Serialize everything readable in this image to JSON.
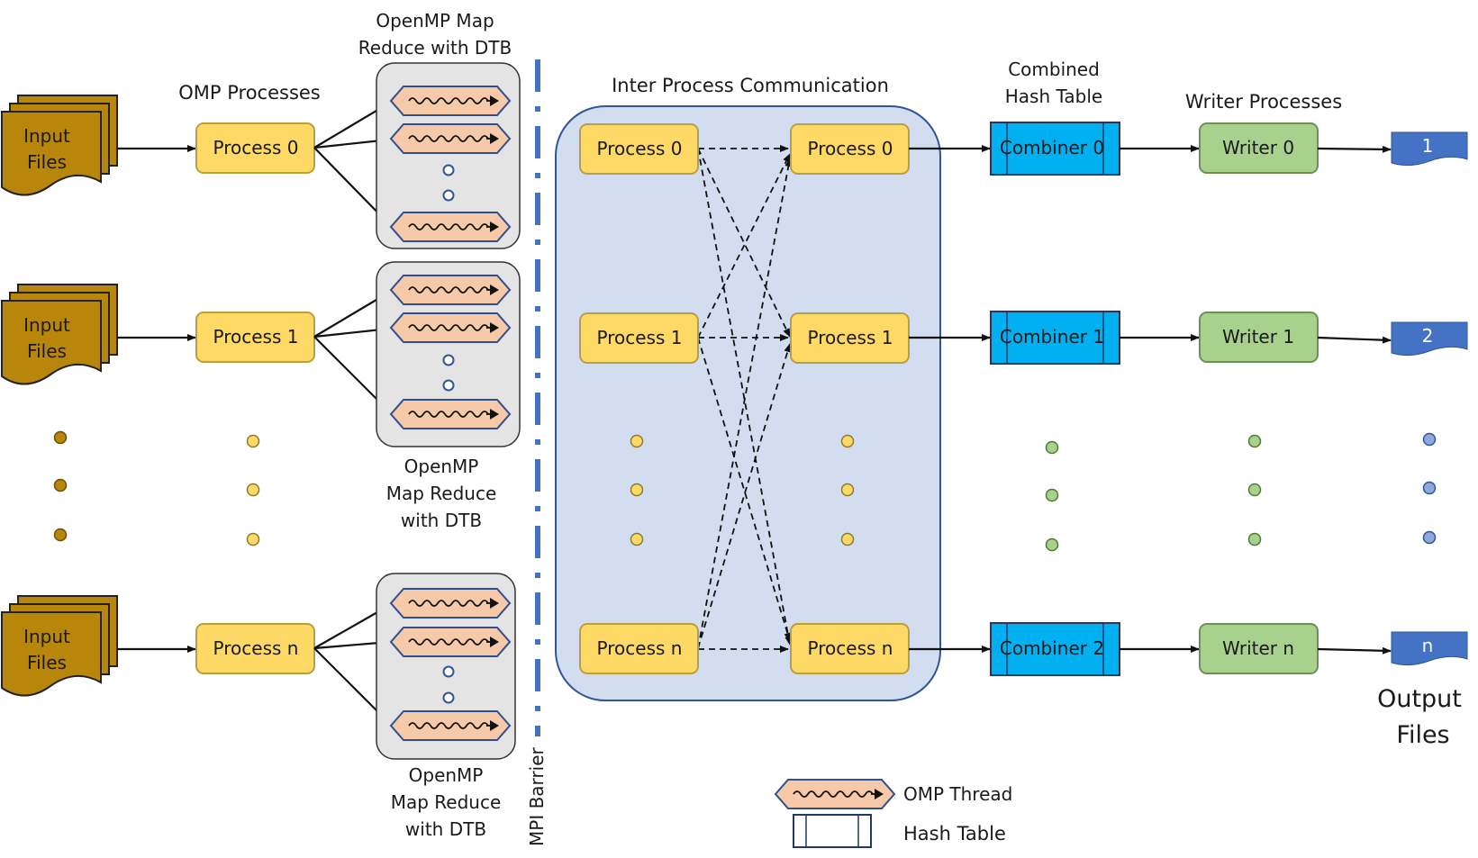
{
  "headers": {
    "omp_processes": "OMP Processes",
    "openmp_top_line1": "OpenMP Map",
    "openmp_top_line2": "Reduce with DTB",
    "ipc": "Inter Process Communication",
    "combined_line1": "Combined",
    "combined_line2": "Hash Table",
    "writer_processes": "Writer Processes",
    "output_line1": "Output",
    "output_line2": "Files",
    "mpi_barrier": "MPI Barrier"
  },
  "input_files": {
    "line1": "Input",
    "line2": "Files"
  },
  "openmp_caption": {
    "line1": "OpenMP",
    "line2": "Map Reduce",
    "line3": "with DTB"
  },
  "omp_process_labels": [
    "Process 0",
    "Process 1",
    "Process n"
  ],
  "ipc_left_labels": [
    "Process 0",
    "Process 1",
    "Process n"
  ],
  "ipc_right_labels": [
    "Process 0",
    "Process 1",
    "Process n"
  ],
  "combiner_labels": [
    "Combiner 0",
    "Combiner 1",
    "Combiner 2"
  ],
  "writer_labels": [
    "Writer 0",
    "Writer 1",
    "Writer n"
  ],
  "output_labels": [
    "1",
    "2",
    "n"
  ],
  "legend": {
    "thread_label": "OMP Thread",
    "hash_label": "Hash Table"
  },
  "colors": {
    "input_file": "#B8860B",
    "process_fill": "#FFD966",
    "process_stroke": "#B8A040",
    "openmp_box": "#E4E4E4",
    "thread_fill": "#F6C9A8",
    "thread_stroke": "#2F4F8F",
    "ipc_box": "#D2DEF0",
    "ipc_stroke": "#2F5597",
    "combiner_fill": "#00B0F0",
    "writer_fill": "#A9D18E",
    "output_file": "#4472C4",
    "barrier": "#4472C4"
  }
}
